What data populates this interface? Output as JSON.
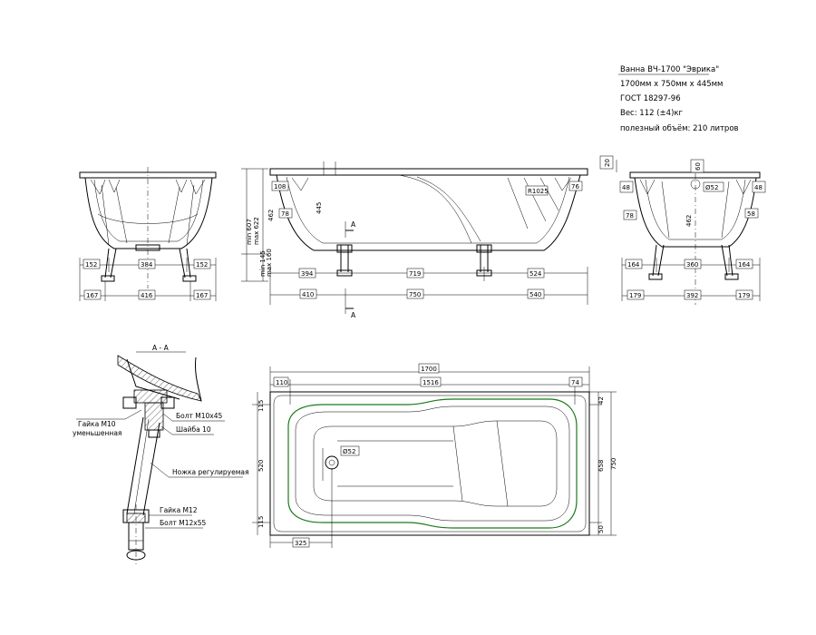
{
  "spec": {
    "line1": "Ванна ВЧ-1700 \"Эврика\"",
    "line2": "1700мм х 750мм х 445мм",
    "line3": "ГОСТ 18297-96",
    "line4": "Вес: 112 (±4)кг",
    "line5": "полезный объём: 210 литров"
  },
  "front_view": {
    "top_width": "152",
    "top_center": "384",
    "top_right": "152",
    "bottom_left": "167",
    "bottom_center": "416",
    "bottom_right": "167"
  },
  "side_view": {
    "min_607": "min 607",
    "max_622": "max 622",
    "min_145": "min 145",
    "max_160": "max 160",
    "d108": "108",
    "d78": "78",
    "d462": "462",
    "d445": "445",
    "d394": "394",
    "d719": "719",
    "d524": "524",
    "d410": "410",
    "d750": "750",
    "d540": "540",
    "dR1025": "R1025",
    "d76": "76",
    "section_top": "A",
    "section_bottom": "A"
  },
  "end_view": {
    "d20": "20",
    "d60": "60",
    "d52": "Ø52",
    "d48a": "48",
    "d48b": "48",
    "d462": "462",
    "d78": "78",
    "d58": "58",
    "d164a": "164",
    "d360": "360",
    "d164b": "164",
    "d179a": "179",
    "d392": "392",
    "d179b": "179"
  },
  "section": {
    "title": "А - А",
    "nut_m10_line1": "Гайка М10",
    "nut_m10_line2": "уменьшенная",
    "bolt_m10": "Болт М10х45",
    "washer": "Шайба 10",
    "leg": "Ножка регулируемая",
    "nut_m12": "Гайка М12",
    "bolt_m12": "Болт М12х55"
  },
  "plan_view": {
    "d1700": "1700",
    "d110": "110",
    "d1516": "1516",
    "d74": "74",
    "d115a": "115",
    "d520": "520",
    "d115b": "115",
    "d52": "Ø52",
    "d325": "325",
    "d42": "42",
    "d658": "658",
    "d750": "750",
    "d50": "50"
  }
}
